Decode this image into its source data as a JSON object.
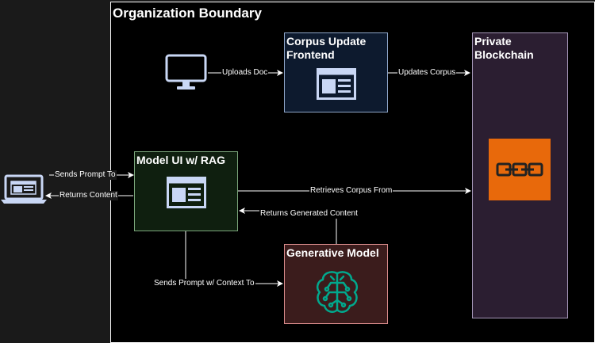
{
  "boundary": {
    "title": "Organization Boundary"
  },
  "nodes": {
    "corpus_frontend": {
      "title_line1": "Corpus Update",
      "title_line2": "Frontend",
      "color": "#0d1a2e",
      "border": "#8fa6c8"
    },
    "private_blockchain": {
      "title_line1": "Private",
      "title_line2": "Blockchain",
      "color": "#2b1e31",
      "border": "#a597b8"
    },
    "model_ui": {
      "title": "Model UI w/ RAG",
      "color": "#0f1f0f",
      "border": "#7ba67b"
    },
    "generative_model": {
      "title": "Generative Model",
      "color": "#3b1c1c",
      "border": "#d98c8c"
    }
  },
  "edges": {
    "uploads_doc": "Uploads Doc",
    "updates_corpus": "Updates Corpus",
    "sends_prompt_to": "Sends Prompt To",
    "returns_content": "Returns Content",
    "retrieves_corpus_from": "Retrieves Corpus From",
    "returns_generated_content": "Returns Generated Content",
    "sends_prompt_with_context": "Sends Prompt w/ Context To"
  },
  "icons": {
    "monitor": "desktop-monitor-icon",
    "laptop": "laptop-icon",
    "webpage": "webpage-icon",
    "blockchain": "blockchain-chain-icon",
    "brain": "ai-brain-icon"
  },
  "colors": {
    "icon_blue": "#c9d7f5",
    "blockchain_orange": "#e8690b",
    "brain_teal": "#01a88d"
  }
}
